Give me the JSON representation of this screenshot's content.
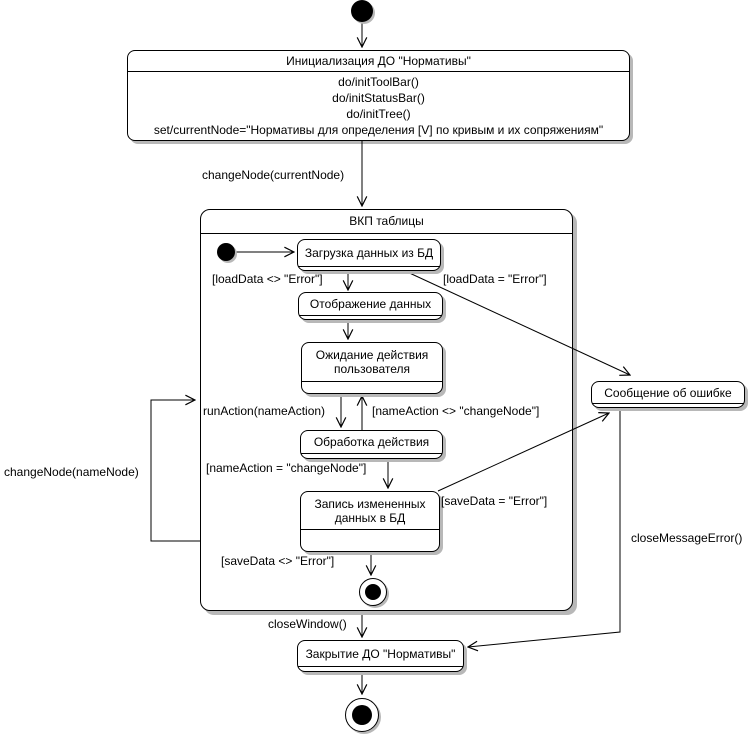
{
  "diagram": {
    "nodes": {
      "init": {
        "title": "Инициализация ДО \"Нормативы\"",
        "actions": [
          "do/initToolBar()",
          "do/initStatusBar()",
          "do/initTree()",
          "set/currentNode=\"Нормативы для определения [V] по кривым и их сопряжениям\""
        ]
      },
      "composite": {
        "title": "ВКП таблицы"
      },
      "load": {
        "title": "Загрузка данных из БД"
      },
      "display": {
        "title": "Отображение данных"
      },
      "wait": {
        "title": "Ожидание действия пользователя"
      },
      "process": {
        "title": "Обработка действия"
      },
      "save": {
        "title": "Запись измененных данных в БД"
      },
      "error": {
        "title": "Сообщение об ошибке"
      },
      "close": {
        "title": "Закрытие ДО \"Нормативы\""
      }
    },
    "transitions": {
      "change_node_current": "changeNode(currentNode)",
      "load_ok": "[loadData <> \"Error\"]",
      "load_error": "[loadData = \"Error\"]",
      "run_action": "runAction(nameAction)",
      "action_not_change": "[nameAction <> \"changeNode\"]",
      "action_change": "[nameAction = \"changeNode\"]",
      "save_error": "[saveData = \"Error\"]",
      "save_ok": "[saveData <> \"Error\"]",
      "change_node_name": "changeNode(nameNode)",
      "close_window": "closeWindow()",
      "close_message_error": "closeMessageError()"
    },
    "colors": {
      "line": "#000000",
      "fill": "#ffffff",
      "shadow": "#b8b8b8"
    }
  }
}
